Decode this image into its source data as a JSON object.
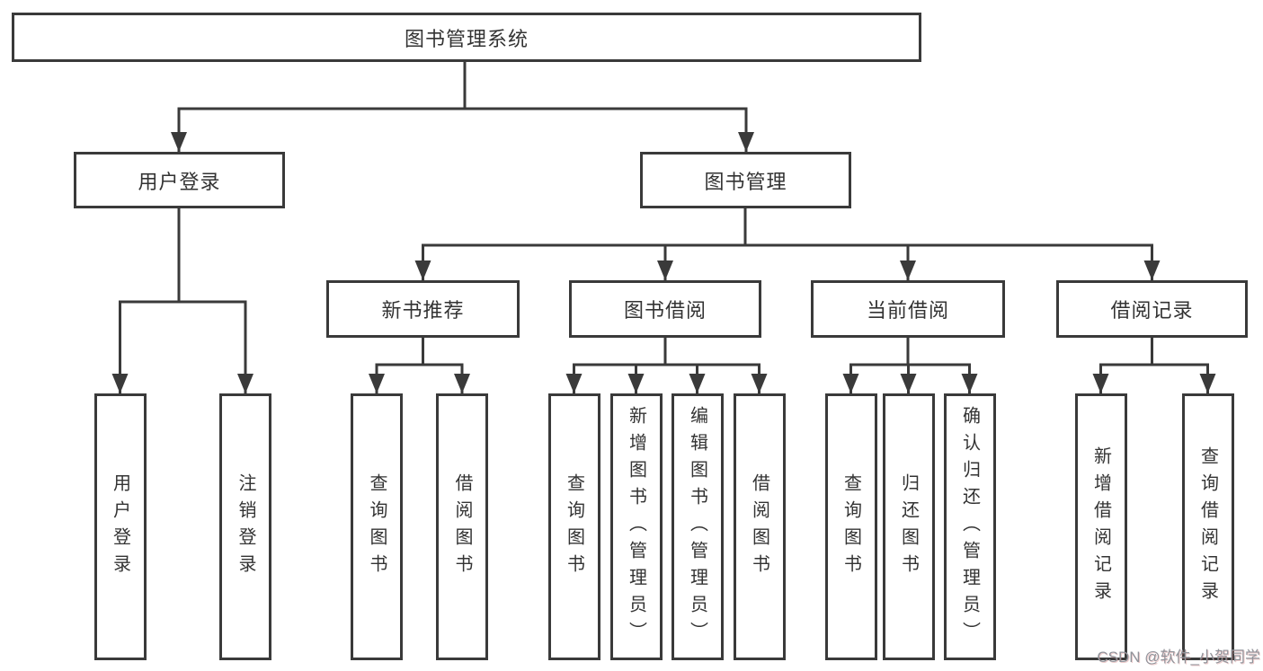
{
  "diagram": {
    "root": "图书管理系统",
    "branches": [
      {
        "label": "用户登录",
        "children": [
          "用户登录",
          "注销登录"
        ]
      },
      {
        "label": "图书管理",
        "sections": [
          {
            "label": "新书推荐",
            "children": [
              "查询图书",
              "借阅图书"
            ]
          },
          {
            "label": "图书借阅",
            "children": [
              "查询图书",
              "新增图书（管理员）",
              "编辑图书（管理员）",
              "借阅图书"
            ]
          },
          {
            "label": "当前借阅",
            "children": [
              "查询图书",
              "归还图书",
              "确认归还（管理员）"
            ]
          },
          {
            "label": "借阅记录",
            "children": [
              "新增借阅记录",
              "查询借阅记录"
            ]
          }
        ]
      }
    ]
  },
  "watermark": "CSDN @软件_小贺同学",
  "colors": {
    "line": "#3a3a3a",
    "text": "#333333",
    "watermark": "#90939a",
    "background": "#ffffff"
  }
}
